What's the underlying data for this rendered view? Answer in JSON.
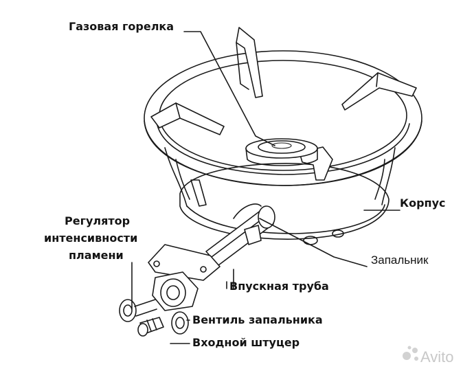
{
  "labels": {
    "burner": "Газовая горелка",
    "body": "Корпус",
    "igniter": "Запальник",
    "regulator_line1": "Регулятор",
    "regulator_line2": "интенсивности",
    "regulator_line3": "пламени",
    "inlet_pipe": "Впускная труба",
    "igniter_valve": "Вентиль запальника",
    "inlet_fitting": "Входной штуцер"
  },
  "watermark": {
    "text": "Avito"
  }
}
